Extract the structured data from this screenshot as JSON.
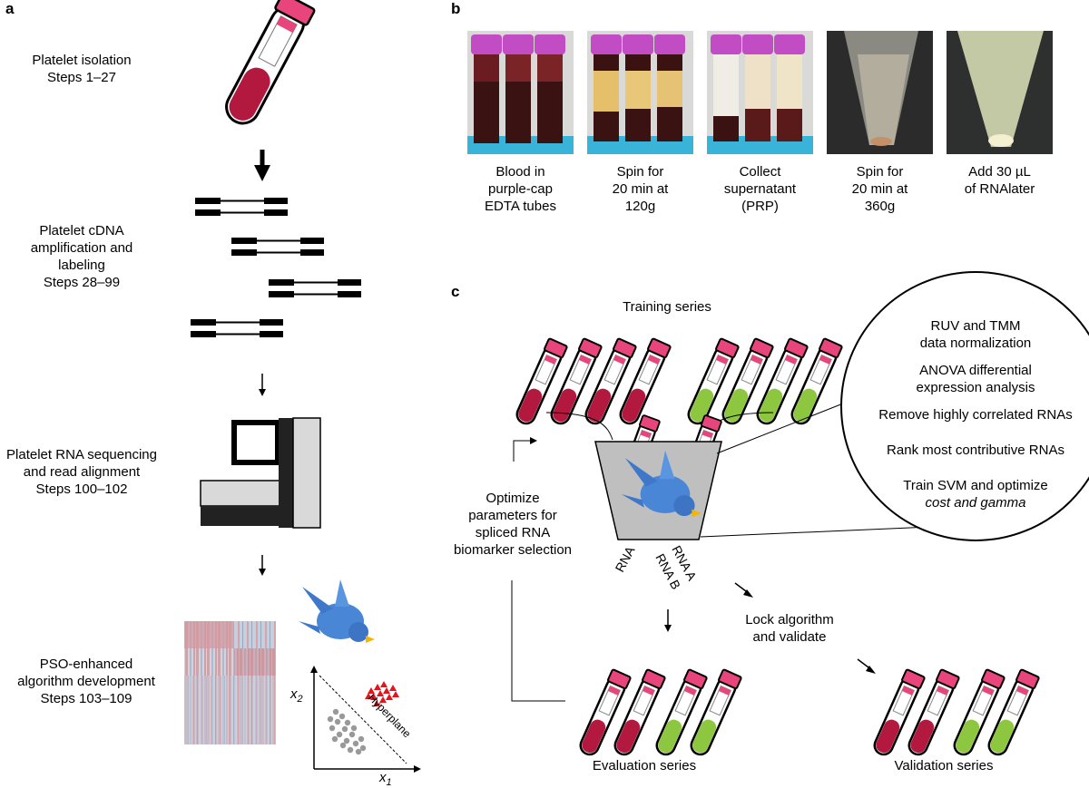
{
  "panel_a": {
    "letter": "a",
    "steps": [
      {
        "lines": [
          "Platelet isolation",
          "Steps 1–27"
        ]
      },
      {
        "lines": [
          "Platelet cDNA",
          "amplification and",
          "labeling",
          "Steps 28–99"
        ]
      },
      {
        "lines": [
          "Platelet RNA sequencing",
          "and read alignment",
          "Steps 100–102"
        ]
      },
      {
        "lines": [
          "PSO-enhanced",
          "algorithm development",
          "Steps 103–109"
        ]
      }
    ],
    "hyperplane_label": "Hyperplane",
    "axis_x_label": "x",
    "axis_x_sub": "1",
    "axis_y_label": "x",
    "axis_y_sub": "2"
  },
  "panel_b": {
    "letter": "b",
    "photos": [
      {
        "lines": [
          "Blood in",
          "purple-cap",
          "EDTA tubes"
        ]
      },
      {
        "lines": [
          "Spin for",
          "20 min at",
          "120g"
        ]
      },
      {
        "lines": [
          "Collect",
          "supernatant",
          "(PRP)"
        ]
      },
      {
        "lines": [
          "Spin for",
          "20 min at",
          "360g"
        ]
      },
      {
        "lines": [
          "Add 30 µL",
          "of RNAlater"
        ]
      }
    ]
  },
  "panel_c": {
    "letter": "c",
    "training_title": "Training series",
    "optimize_lines": [
      "Optimize",
      "parameters for",
      "spliced RNA",
      "biomarker selection"
    ],
    "circle_items": [
      [
        "RUV and TMM",
        "data normalization"
      ],
      [
        "ANOVA differential",
        "expression analysis"
      ],
      [
        "Remove highly correlated RNAs"
      ],
      [
        "Rank most contributive RNAs"
      ],
      [
        "Train SVM and optimize",
        "cost and gamma"
      ]
    ],
    "rna_labels": [
      "RNA",
      "RNA A",
      "RNA B"
    ],
    "lock_lines": [
      "Lock algorithm",
      "and validate"
    ],
    "evaluation_title": "Evaluation series",
    "validation_title": "Validation series"
  },
  "colors": {
    "tube_red": "#b3193f",
    "tube_green": "#8dc63f",
    "cap_pink": "#e8457c",
    "bird_blue": "#4a86d6",
    "funnel_gray": "#bfbfbf"
  }
}
